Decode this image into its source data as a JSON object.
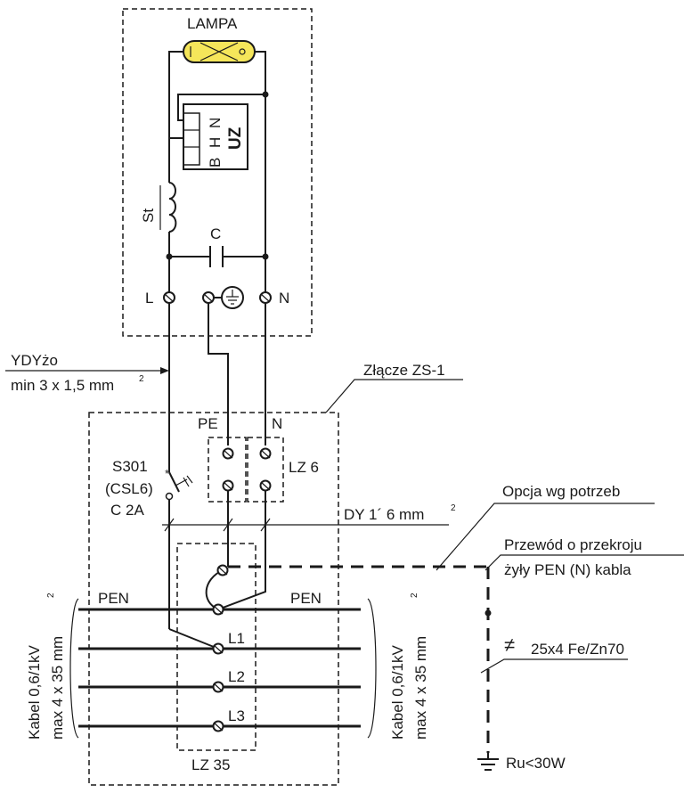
{
  "labels": {
    "lamp": "LAMPA",
    "ignitor_b": "B",
    "ignitor_h": "H",
    "ignitor_n": "N",
    "ignitor": "UZ",
    "ballast": "St",
    "capacitor": "C",
    "terminal_l": "L",
    "terminal_n": "N",
    "cable_in_1": "YDYżo",
    "cable_in_2": "min 3 x 1,5 mm",
    "cable_in_sup": "2",
    "connector": "Złącze ZS-1",
    "pe": "PE",
    "n": "N",
    "lz6": "LZ 6",
    "breaker_1": "S301",
    "breaker_2": "(CSL6)",
    "breaker_3": "C 2A",
    "dy": "DY 1´ 6 mm",
    "dy_sup": "2",
    "option": "Opcja wg potrzeb",
    "conductor_1": "Przewód o przekroju",
    "conductor_2": "żyły PEN (N) kabla",
    "pen_left": "PEN",
    "pen_right": "PEN",
    "l1": "L1",
    "l2": "L2",
    "l3": "L3",
    "cable_left_1": "Kabel 0,6/1kV",
    "cable_left_2": "max 4 x 35 mm",
    "cable_left_sup": "2",
    "cable_right_1": "Kabel 0,6/1kV",
    "cable_right_2": "max 4 x 35 mm",
    "cable_right_sup": "2",
    "fe_strip": "25x4 Fe/Zn70",
    "earth_res": "Ru<30W",
    "lz35": "LZ 35"
  },
  "colors": {
    "ink": "#1a1a1a",
    "lamp_fill": "#f5e65a"
  }
}
